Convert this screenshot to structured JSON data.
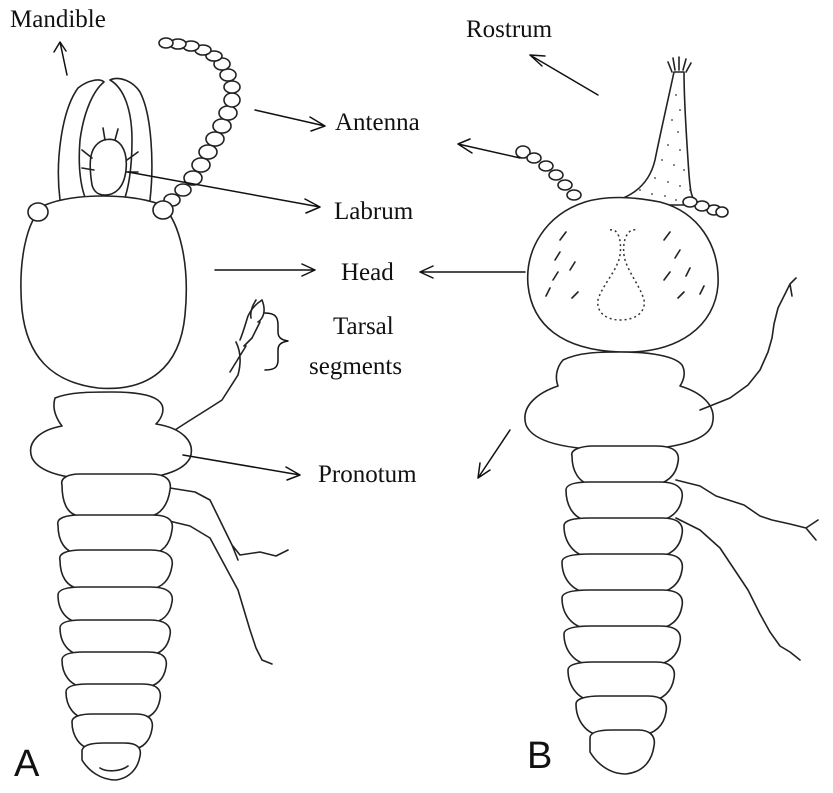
{
  "labels": {
    "mandible": "Mandible",
    "antenna": "Antenna",
    "labrum": "Labrum",
    "head": "Head",
    "tarsal_line1": "Tarsal",
    "tarsal_line2": "segments",
    "pronotum": "Pronotum",
    "rostrum": "Rostrum"
  },
  "panels": {
    "a": "A",
    "b": "B"
  }
}
